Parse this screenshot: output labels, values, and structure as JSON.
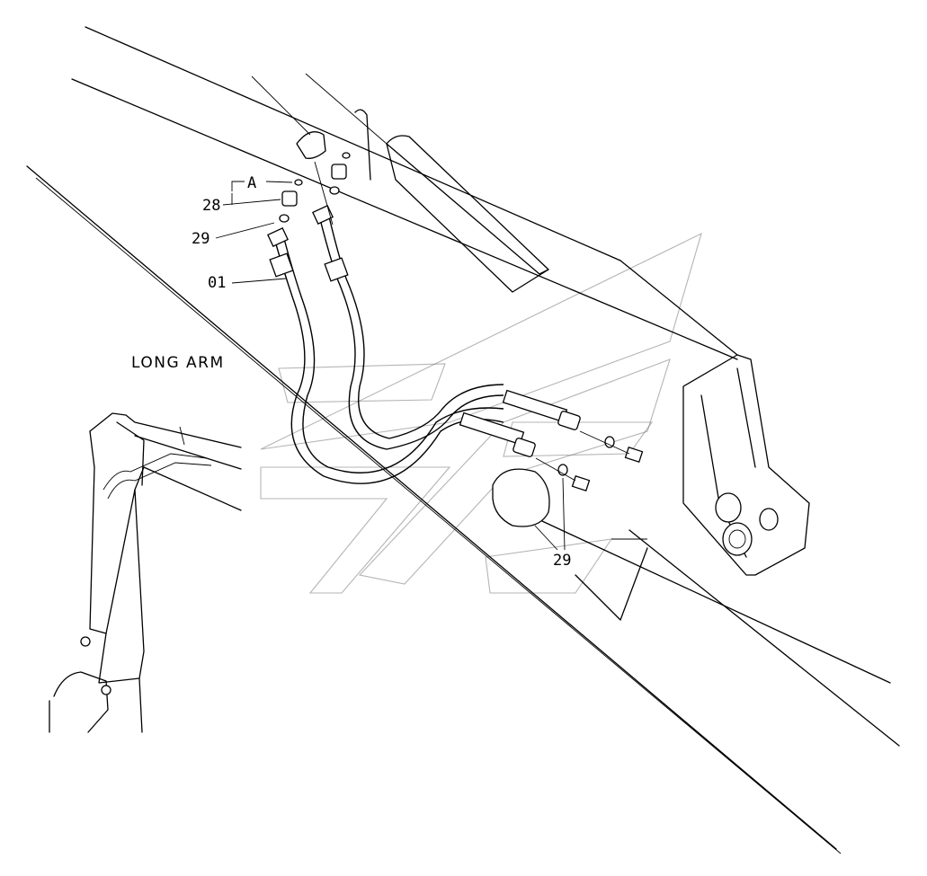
{
  "caption": "LONG ARM",
  "labels": {
    "ref_a": "A",
    "part_28": "28",
    "part_29_upper": "29",
    "part_01": "01",
    "part_29_lower": "29"
  },
  "colors": {
    "line": "#000000",
    "background": "#ffffff",
    "watermark": "#777777"
  }
}
